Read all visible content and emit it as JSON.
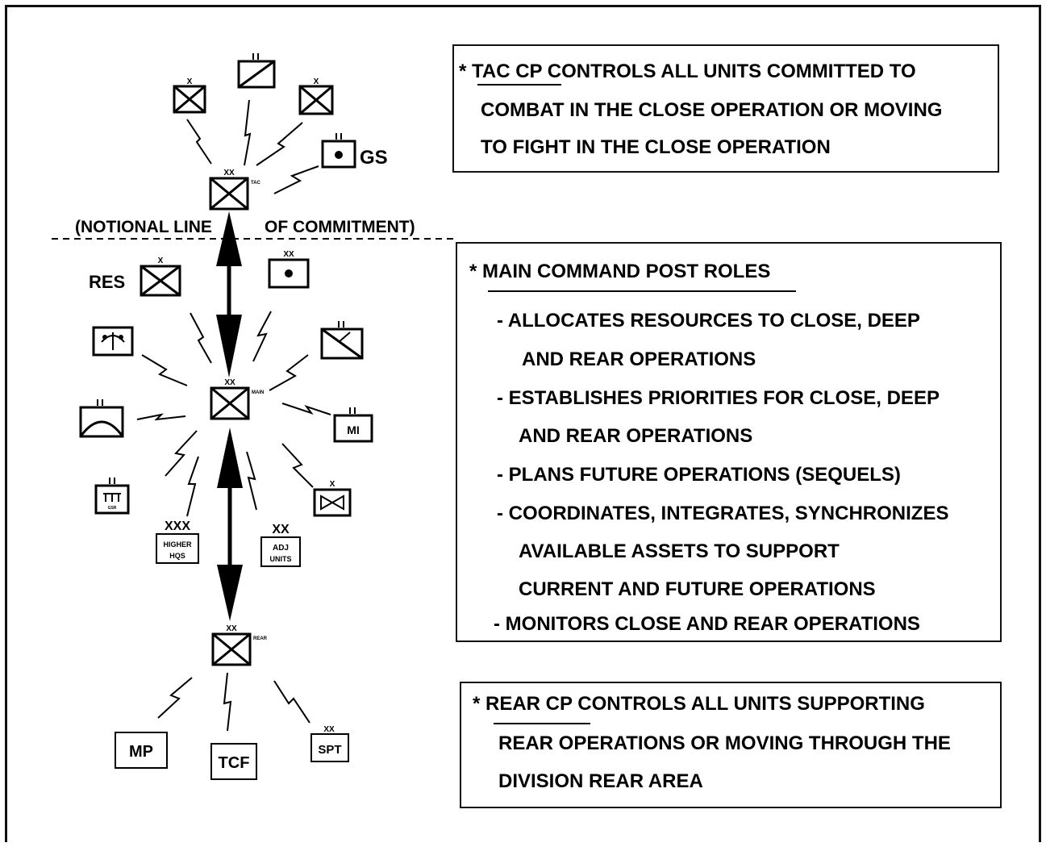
{
  "upper_labels": {
    "gs": "GS",
    "line_left": "(NOTIONAL LINE",
    "line_right": "OF COMMITMENT)"
  },
  "middle_labels": {
    "res": "RES",
    "mi": "MI",
    "xxx": "XXX",
    "higher_hqs_1": "HIGHER",
    "higher_hqs_2": "HQS",
    "xx": "XX",
    "adj_units_1": "ADJ",
    "adj_units_2": "UNITS"
  },
  "lower_labels": {
    "mp": "MP",
    "tcf": "TCF",
    "spt": "SPT"
  },
  "echelon_marks": {
    "x": "X",
    "xx": "XX",
    "ii": "II"
  },
  "cp_tags": {
    "tac": "TAC",
    "main": "MAIN",
    "rear": "REAR",
    "gsr": "GSR"
  },
  "tac_box": {
    "lines": [
      "* TAC CP CONTROLS ALL UNITS COMMITTED TO",
      "COMBAT IN THE CLOSE OPERATION OR MOVING",
      "TO FIGHT IN THE CLOSE OPERATION"
    ]
  },
  "main_box": {
    "lines": [
      "* MAIN COMMAND POST ROLES",
      "- ALLOCATES RESOURCES TO CLOSE, DEEP",
      "AND REAR OPERATIONS",
      "- ESTABLISHES PRIORITIES FOR CLOSE, DEEP",
      "AND REAR OPERATIONS",
      "- PLANS FUTURE OPERATIONS (SEQUELS)",
      "- COORDINATES, INTEGRATES, SYNCHRONIZES",
      "AVAILABLE ASSETS TO SUPPORT",
      "CURRENT AND FUTURE OPERATIONS",
      "- MONITORS CLOSE AND REAR OPERATIONS"
    ]
  },
  "rear_box": {
    "lines": [
      "* REAR CP CONTROLS ALL UNITS SUPPORTING",
      "REAR OPERATIONS OR MOVING THROUGH THE",
      "DIVISION REAR AREA"
    ]
  }
}
